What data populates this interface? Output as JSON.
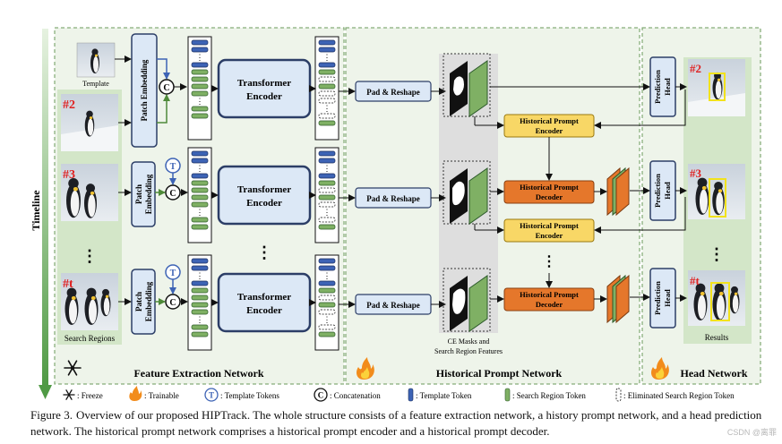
{
  "timeline_label": "Timeline",
  "sections": {
    "feature": "Feature Extraction Network",
    "prompt": "Historical Prompt Network",
    "head": "Head Network"
  },
  "inputs": {
    "template_label": "Template",
    "search_regions_label": "Search Regions",
    "frame_tags": [
      "#2",
      "#3",
      "#t"
    ],
    "dots": "⋮"
  },
  "blocks": {
    "patch_embedding": "Patch Embedding",
    "patch": "Patch",
    "embedding": "Embedding",
    "transformer_line1": "Transformer",
    "transformer_line2": "Encoder",
    "pad_reshape": "Pad & Reshape",
    "hp_encoder_line1": "Historical Prompt",
    "hp_encoder_line2": "Encoder",
    "hp_decoder_line1": "Historical Prompt",
    "hp_decoder_line2": "Decoder",
    "prediction_line1": "Prediction",
    "prediction_line2": "Head",
    "concat_symbol": "C",
    "template_symbol": "T"
  },
  "annotations": {
    "ce_masks_line1": "CE Masks and",
    "ce_masks_line2": "Search Region Features",
    "results": "Results"
  },
  "legend": {
    "freeze": ": Freeze",
    "trainable": ": Trainable",
    "template_tokens": ": Template Tokens",
    "concatenation": ": Concatenation",
    "template_token": ": Template Token",
    "search_region_token": ": Search Region Token",
    "eliminated_token": ": Eliminated Search Region Token"
  },
  "caption": {
    "figure": "Figure 3.",
    "text": "Overview of our proposed HIPTrack. The whole structure consists of a feature extraction network, a history prompt network, and a head prediction network. The historical prompt network comprises a historical prompt encoder and a historical prompt decoder."
  },
  "watermark": "CSDN @离罪",
  "colors": {
    "section_bg": "#eef4ea",
    "section_border": "#6a9a5a",
    "block_fill": "#dce8f6",
    "block_border": "#2c3e67",
    "encoder_fill": "#f8d766",
    "decoder_fill": "#e5772b",
    "template_token": "#3d63b5",
    "search_token": "#7fb064",
    "timeline": "#6aab5c"
  }
}
